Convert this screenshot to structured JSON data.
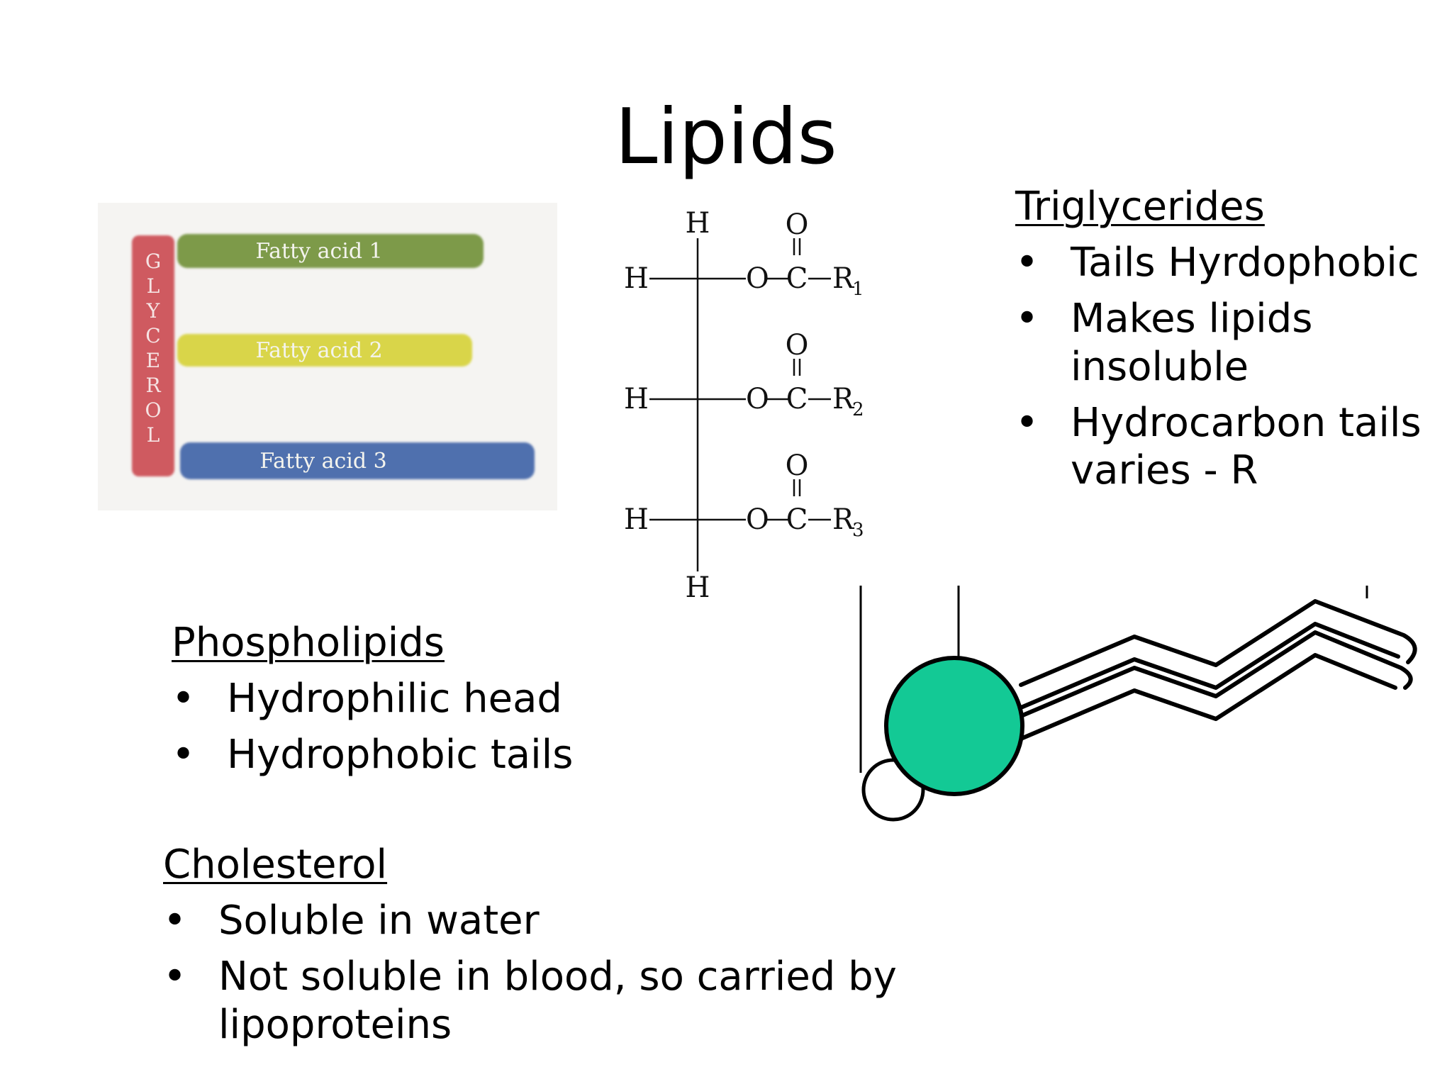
{
  "slide": {
    "title": "Lipids"
  },
  "glycerol_diagram": {
    "backbone_letters": [
      "G",
      "L",
      "Y",
      "C",
      "E",
      "R",
      "O",
      "L"
    ],
    "fatty_acids": [
      "Fatty acid  1",
      "Fatty acid  2",
      "Fatty acid  3"
    ],
    "colors": {
      "glycerol": "#cf5a60",
      "fatty_acid_1": "#7d9a48",
      "fatty_acid_2": "#d9d54a",
      "fatty_acid_3": "#4f6fae"
    }
  },
  "structural_formula": {
    "top_atom": "H",
    "bottom_atom": "H",
    "rows": [
      {
        "left": "H",
        "bridge": "O",
        "carbon": "C",
        "carbonyl": "O",
        "group": "R",
        "subscript": "1"
      },
      {
        "left": "H",
        "bridge": "O",
        "carbon": "C",
        "carbonyl": "O",
        "group": "R",
        "subscript": "2"
      },
      {
        "left": "H",
        "bridge": "O",
        "carbon": "C",
        "carbonyl": "O",
        "group": "R",
        "subscript": "3"
      }
    ]
  },
  "phospholipid_diagram": {
    "head_color": "#13c995"
  },
  "triglycerides": {
    "heading": "Triglycerides",
    "bullets": [
      "Tails Hyrdophobic",
      "Makes lipids insoluble",
      "Hydrocarbon tails varies - R"
    ]
  },
  "phospholipids": {
    "heading": "Phospholipids",
    "bullets": [
      "Hydrophilic head",
      "Hydrophobic tails"
    ]
  },
  "cholesterol": {
    "heading": "Cholesterol",
    "bullets": [
      "Soluble in water",
      "Not soluble in blood, so carried by lipoproteins"
    ]
  }
}
